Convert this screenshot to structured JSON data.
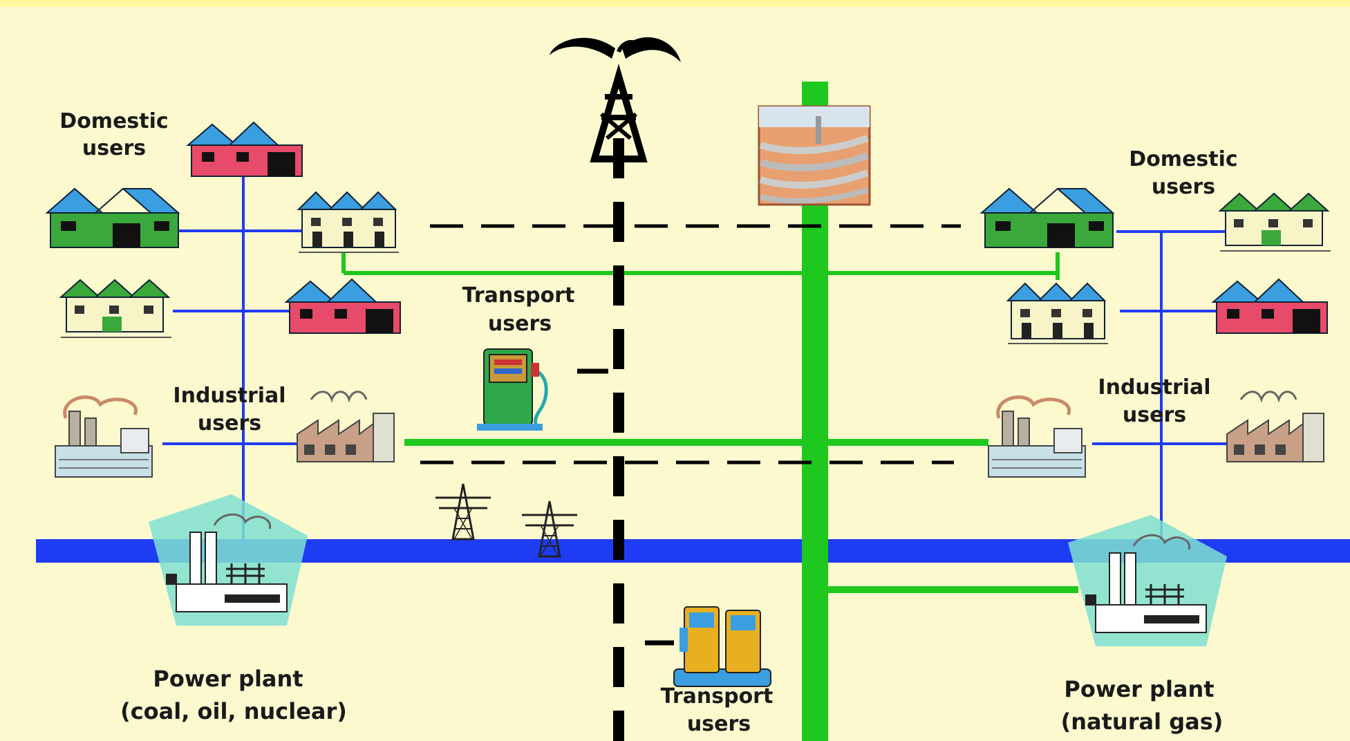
{
  "labels": {
    "domestic_left_1": "Domestic",
    "domestic_left_2": "users",
    "domestic_right_1": "Domestic",
    "domestic_right_2": "users",
    "transport_top_1": "Transport",
    "transport_top_2": "users",
    "transport_bottom_1": "Transport",
    "transport_bottom_2": "users",
    "industrial_left_1": "Industrial",
    "industrial_left_2": "users",
    "industrial_right_1": "Industrial",
    "industrial_right_2": "users",
    "power_left_1": "Power plant",
    "power_left_2": "(coal, oil, nuclear)",
    "power_right_1": "Power plant",
    "power_right_2": "(natural gas)"
  },
  "colors": {
    "background": "#fdf9cf",
    "electricity_line": "#1f3cf5",
    "gas_line": "#1ec81e",
    "oil_line": "#000000",
    "house_green": "#3aa83a",
    "house_red": "#e84a6a",
    "house_cream": "#f7f4c8",
    "roof_blue": "#3a9ee0",
    "factory_fill": "#c8c0b0",
    "pump_fill": "#2ea84a",
    "plant_shape": "#7fe0d0"
  },
  "icons": [
    "oil-derrick-icon",
    "pipeline-photo-icon",
    "house-icon",
    "factory-icon",
    "fuel-pump-icon",
    "transmission-tower-icon",
    "power-plant-icon"
  ]
}
